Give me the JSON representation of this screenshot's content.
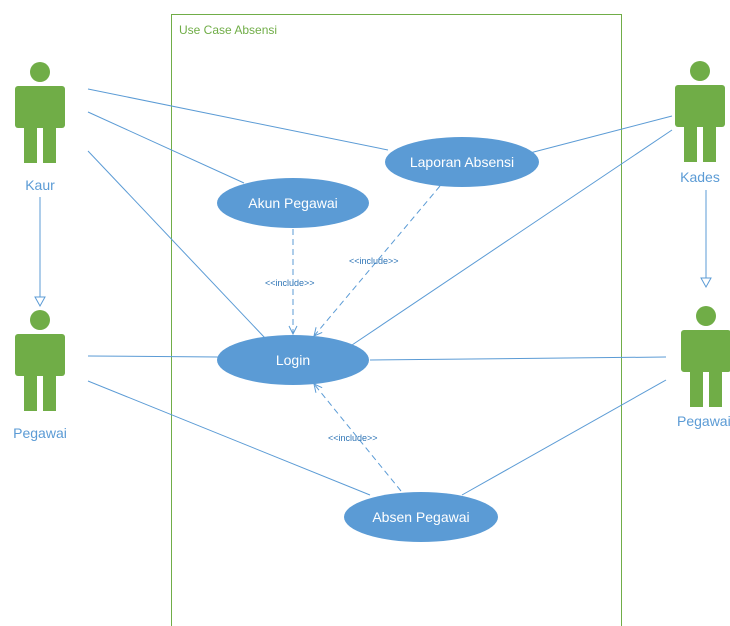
{
  "diagram": {
    "system_title": "Use Case Absensi",
    "actors": {
      "kaur": "Kaur",
      "kades": "Kades",
      "pegawai_left": "Pegawai",
      "pegawai_right": "Pegawai"
    },
    "use_cases": {
      "laporan": "Laporan Absensi",
      "akun": "Akun Pegawai",
      "login": "Login",
      "absen": "Absen Pegawai"
    },
    "relations": {
      "include_akun": "<<include>>",
      "include_laporan": "<<include>>",
      "include_absen": "<<include>>"
    }
  },
  "colors": {
    "actor": "#70ad47",
    "use_case": "#5b9bd5",
    "line": "#5b9bd5",
    "system_border": "#70ad47",
    "system_title": "#70ad47",
    "actor_text": "#5b9bd5",
    "include_text": "#2e74b5"
  }
}
